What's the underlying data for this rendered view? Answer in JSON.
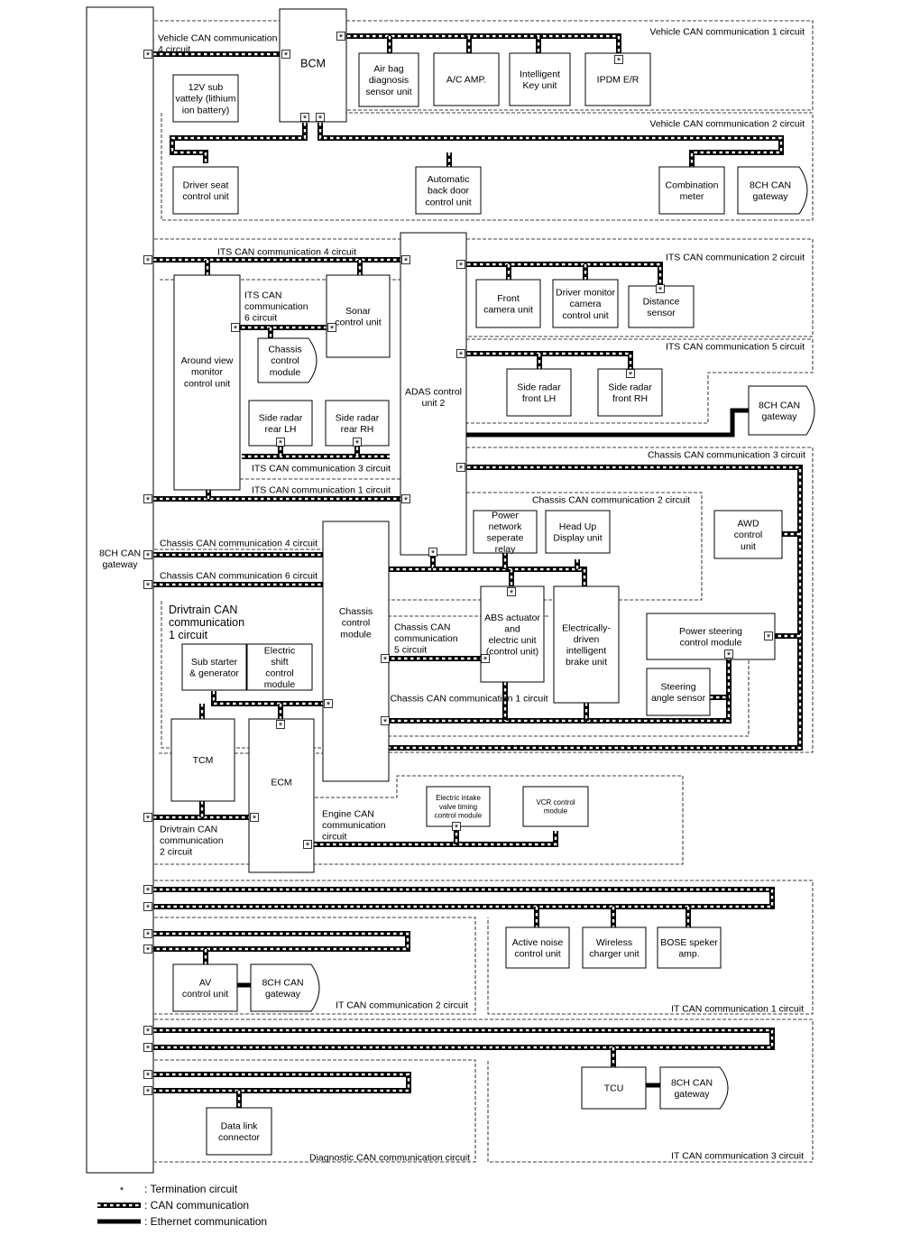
{
  "gateway_label": "8CH CAN\ngateway",
  "boxes": {
    "bcm": "BCM",
    "sub_battery": "12V sub\nvattely (lithium\nion battery)",
    "airbag": "Air bag\ndiagnosis\nsensor unit",
    "ac_amp": "A/C AMP.",
    "intelligent_key": "Intelligent\nKey unit",
    "ipdm": "IPDM E/R",
    "driver_seat": "Driver seat\ncontrol unit",
    "back_door": "Automatic\nback door\ncontrol unit",
    "combination_meter": "Combination\nmeter",
    "gw_vehicle": "8CH CAN\ngateway",
    "adas": "ADAS control\nunit 2",
    "around_view": "Around view\nmonitor\ncontrol unit",
    "sonar": "Sonar\ncontrol unit",
    "chassis_ctrl_its": "Chassis\ncontrol\nmodule",
    "side_radar_rear_lh": "Side radar\nrear LH",
    "side_radar_rear_rh": "Side radar\nrear RH",
    "front_camera": "Front\ncamera unit",
    "driver_monitor": "Driver monitor\ncamera\ncontrol unit",
    "distance_sensor": "Distance\nsensor",
    "side_radar_front_lh": "Side radar\nfront LH",
    "side_radar_front_rh": "Side radar\nfront RH",
    "gw_its": "8CH CAN\ngateway",
    "chassis_module": "Chassis\ncontrol\nmodule",
    "power_network": "Power\nnetwork\nseperate\nrelay",
    "head_up": "Head Up\nDisplay unit",
    "awd": "AWD\ncontrol\nunit",
    "abs": "ABS actuator\nand\nelectric unit\n(control unit)",
    "brake_unit": "Electrically-\ndriven\nintelligent\nbrake unit",
    "power_steering": "Power steering\ncontrol module",
    "steering_angle": "Steering\nangle sensor",
    "sub_starter": "Sub starter\n& generator",
    "electric_shift": "Electric\nshift\ncontrol\nmodule",
    "tcm": "TCM",
    "ecm": "ECM",
    "intake_valve": "Electric intake\nvalve timing\ncontrol module",
    "vcr": "VCR control\nmodule",
    "active_noise": "Active noise\ncontrol unit",
    "wireless_charger": "Wireless\ncharger unit",
    "bose": "BOSE speker\namp.",
    "av": "AV\ncontrol unit",
    "gw_av": "8CH CAN\ngateway",
    "tcu": "TCU",
    "gw_tcu": "8CH CAN\ngateway",
    "data_link": "Data link\nconnector"
  },
  "circuits": {
    "vehicle_1": "Vehicle CAN communication 1 circuit",
    "vehicle_2": "Vehicle CAN communication 2 circuit",
    "vehicle_4": "Vehicle CAN communication\n4 circuit",
    "its_1": "ITS CAN communication 1 circuit",
    "its_2": "ITS CAN communication 2 circuit",
    "its_3": "ITS CAN communication 3 circuit",
    "its_4": "ITS CAN communication 4 circuit",
    "its_5": "ITS CAN communication 5 circuit",
    "its_6": "ITS CAN\ncommunication\n6 circuit",
    "chassis_1": "Chassis CAN communication 1 circuit",
    "chassis_2": "Chassis CAN communication 2 circuit",
    "chassis_3": "Chassis CAN communication 3 circuit",
    "chassis_4": "Chassis CAN communication 4 circuit",
    "chassis_5": "Chassis CAN\ncommunication\n5 circuit",
    "chassis_6": "Chassis CAN communication 6 circuit",
    "drivetrain_1": "Drivtrain CAN\ncommunication\n1 circuit",
    "drivetrain_2": "Drivtrain CAN\ncommunication\n2 circuit",
    "engine": "Engine CAN\ncommunication\ncircuit",
    "it_1": "IT CAN communication 1 circuit",
    "it_2": "IT CAN communication 2 circuit",
    "it_3": "IT CAN communication 3 circuit",
    "diagnostic": "Diagnostic CAN communication circuit"
  },
  "legend": {
    "termination_symbol": "*",
    "termination": ": Termination circuit",
    "can": ": CAN communication",
    "ethernet": ": Ethernet communication"
  }
}
